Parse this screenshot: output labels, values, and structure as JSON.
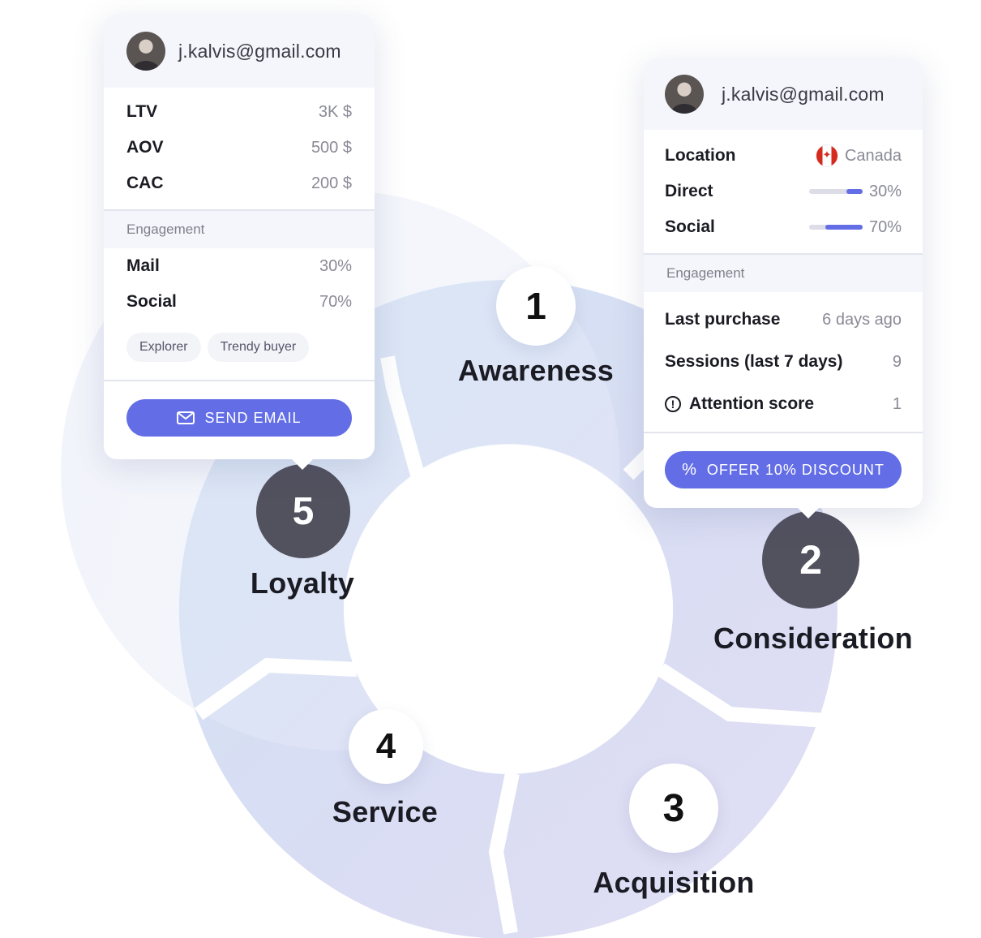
{
  "stages": [
    {
      "num": "1",
      "label": "Awareness"
    },
    {
      "num": "2",
      "label": "Consideration"
    },
    {
      "num": "3",
      "label": "Acquisition"
    },
    {
      "num": "4",
      "label": "Service"
    },
    {
      "num": "5",
      "label": "Loyalty"
    }
  ],
  "card_loyalty": {
    "email": "j.kalvis@gmail.com",
    "metrics": [
      {
        "key": "LTV",
        "value": "3K $"
      },
      {
        "key": "AOV",
        "value": "500 $"
      },
      {
        "key": "CAC",
        "value": "200 $"
      }
    ],
    "engagement_title": "Engagement",
    "engagement": [
      {
        "key": "Mail",
        "value": "30%"
      },
      {
        "key": "Social",
        "value": "70%"
      }
    ],
    "tags": [
      "Explorer",
      "Trendy buyer"
    ],
    "button_label": "SEND EMAIL",
    "button_icon": "mail-icon"
  },
  "card_consideration": {
    "email": "j.kalvis@gmail.com",
    "location_key": "Location",
    "location_value": "Canada",
    "location_icon": "canada-flag-icon",
    "channels": [
      {
        "key": "Direct",
        "value": "30%",
        "fraction": 0.3
      },
      {
        "key": "Social",
        "value": "70%",
        "fraction": 0.7
      }
    ],
    "engagement_title": "Engagement",
    "engagement": [
      {
        "key": "Last purchase",
        "value": "6 days ago"
      },
      {
        "key": "Sessions (last 7 days)",
        "value": "9"
      },
      {
        "key": "Attention score",
        "value": "1"
      }
    ],
    "attention_icon": "alert-circle-icon",
    "button_label": "OFFER 10% DISCOUNT",
    "button_icon": "percent-icon"
  },
  "colors": {
    "accent": "#636ee6",
    "dark_badge": "#52515e",
    "ring_light": "#d3e2f4",
    "ring_purple": "#dddff4"
  }
}
